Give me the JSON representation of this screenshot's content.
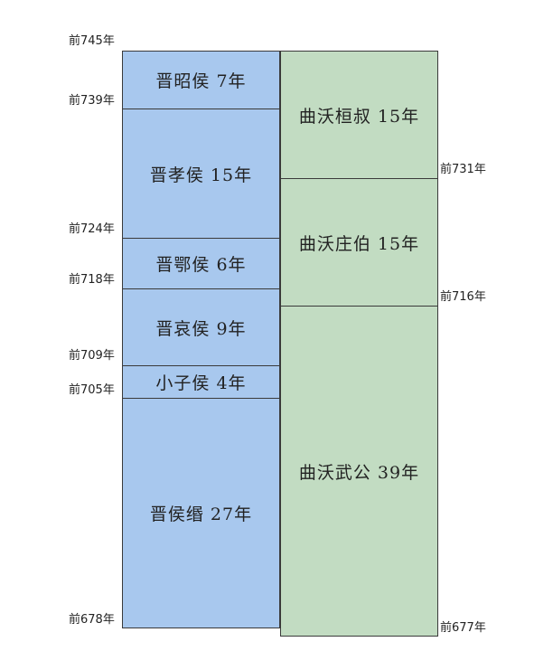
{
  "colors": {
    "jin": "#a8c8ee",
    "quwo": "#c2dcc2",
    "border": "#3a3a3a"
  },
  "jin_rulers": [
    {
      "label": "晋昭侯 7年"
    },
    {
      "label": "晋孝侯 15年"
    },
    {
      "label": "晋鄂侯 6年"
    },
    {
      "label": "晋哀侯 9年"
    },
    {
      "label": "小子侯 4年"
    },
    {
      "label": "晋侯缗 27年"
    }
  ],
  "quwo_rulers": [
    {
      "label": "曲沃桓叔 15年"
    },
    {
      "label": "曲沃庄伯 15年"
    },
    {
      "label": "曲沃武公 39年"
    }
  ],
  "left_years": [
    "前745年",
    "前739年",
    "前724年",
    "前718年",
    "前709年",
    "前705年",
    "前678年"
  ],
  "right_years": [
    "前731年",
    "前716年",
    "前677年"
  ]
}
